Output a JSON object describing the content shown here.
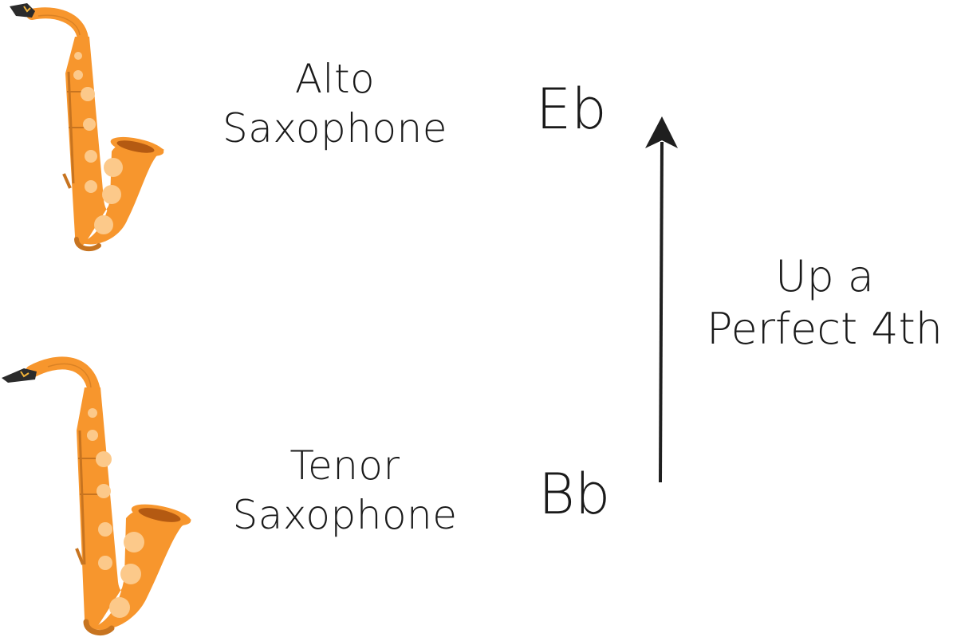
{
  "instruments": [
    {
      "name_line1": "Alto",
      "name_line2": "Saxophone",
      "key": "Eb",
      "icon": "saxophone-icon"
    },
    {
      "name_line1": "Tenor",
      "name_line2": "Saxophone",
      "key": "Bb",
      "icon": "saxophone-icon"
    }
  ],
  "interval": {
    "line1": "Up a",
    "line2": "Perfect 4th",
    "direction": "up"
  },
  "colors": {
    "sax_body": "#f7962d",
    "sax_body_dark": "#e27f1e",
    "sax_keys": "#fcc98a",
    "sax_rods": "#c77420",
    "mouthpiece": "#2b2b2b",
    "reed_accent": "#f3b43a",
    "text": "#1a1a1a",
    "arrow": "#1f1f1f"
  }
}
